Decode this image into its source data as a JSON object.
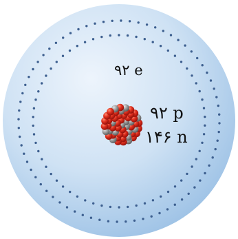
{
  "labels": {
    "electrons": "۹۲ e",
    "protons": "۹۲ p",
    "neutrons": "۱۴۶ n"
  },
  "colors": {
    "cloud_light": "#e8f1fb",
    "cloud_mid": "#c4dcf2",
    "cloud_dark": "#98bee3",
    "electron_dot": "#3d5f8f",
    "proton": "#d8261c",
    "neutron": "#8f8f8f"
  }
}
